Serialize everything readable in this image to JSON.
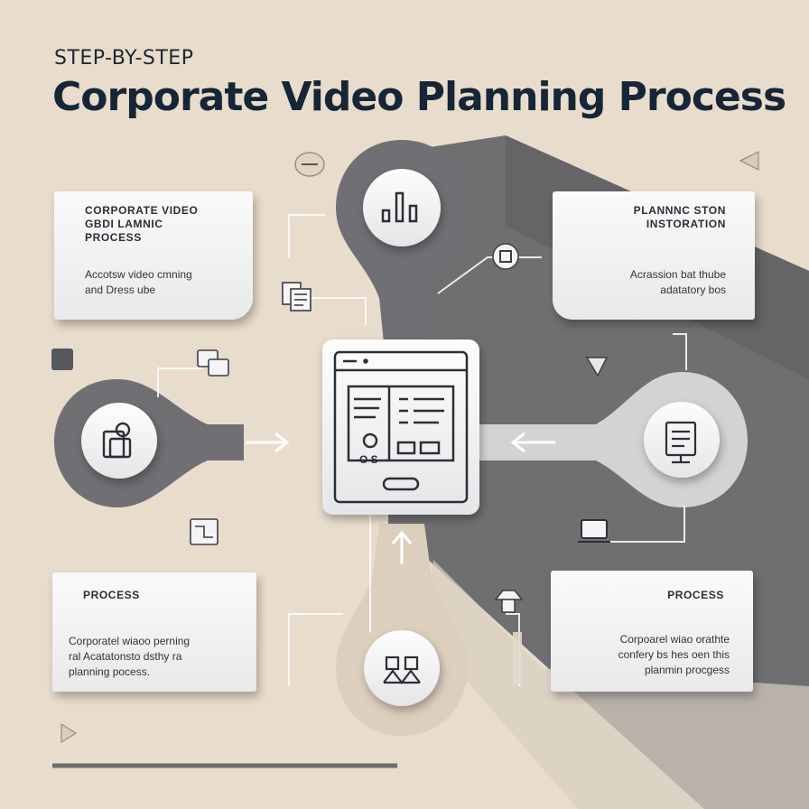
{
  "header": {
    "kicker": "STEP-BY-STEP",
    "title": "Corporate Video Planning Process"
  },
  "cards": {
    "top_left": {
      "heading": "CORPORATE VIDEO\nGBDI LAMNIC\nPROCESS",
      "body": "Accotsw video cmning\nand Dress ube"
    },
    "top_right": {
      "heading": "PLANNNC STON\nINSTORATION",
      "body": "Acrassion bat thube\nadatatory bos"
    },
    "bottom_left": {
      "heading": "PROCESS",
      "body": "Corporatel wiaoo perning\nral Acatatonsto dsthy ra\nplanning pocess."
    },
    "bottom_right": {
      "heading": "PROCESS",
      "body": "Corpoarel wiao orathte\nconfery bs hes oen this\nplanmin procgess"
    }
  },
  "center_label": "O S",
  "colors": {
    "background": "#e8dccd",
    "dark_band": "#6f6f72",
    "light_disc": "#d3d3d6",
    "card": "#f3f3f4",
    "title": "#172636",
    "icon_stroke": "#2b2f36"
  },
  "icons": [
    "bar-chart-icon",
    "video-screen-icon",
    "media-files-icon",
    "document-icon",
    "users-icon",
    "cup-icon",
    "documents-icon",
    "chat-icon",
    "slides-icon",
    "flow-doc-icon",
    "monitor-icon",
    "lamp-icon",
    "play-icon"
  ]
}
